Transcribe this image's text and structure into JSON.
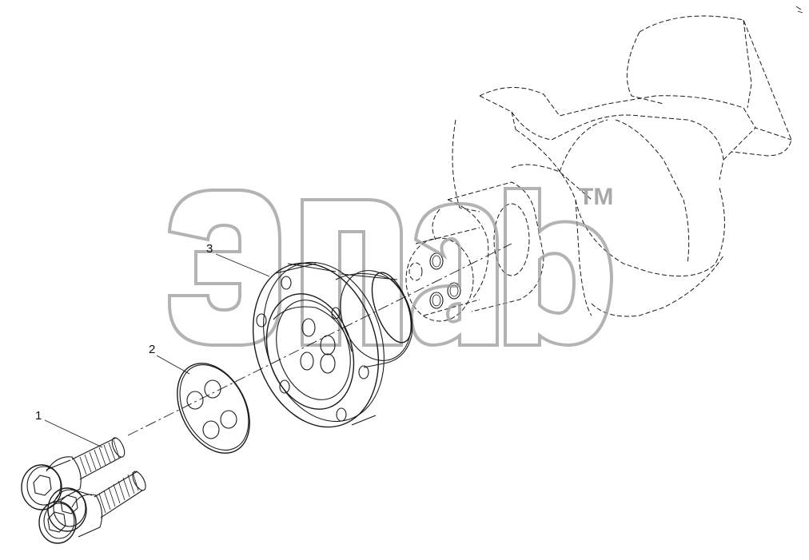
{
  "diagram": {
    "callouts": [
      {
        "id": "1",
        "label": "1"
      },
      {
        "id": "2",
        "label": "2"
      },
      {
        "id": "3",
        "label": "3"
      }
    ],
    "watermark": {
      "logo": "эпаb",
      "trademark": "TM"
    }
  },
  "colors": {
    "line": "#1a1a1a",
    "watermark": "#9a9a9a",
    "background": "#ffffff"
  }
}
